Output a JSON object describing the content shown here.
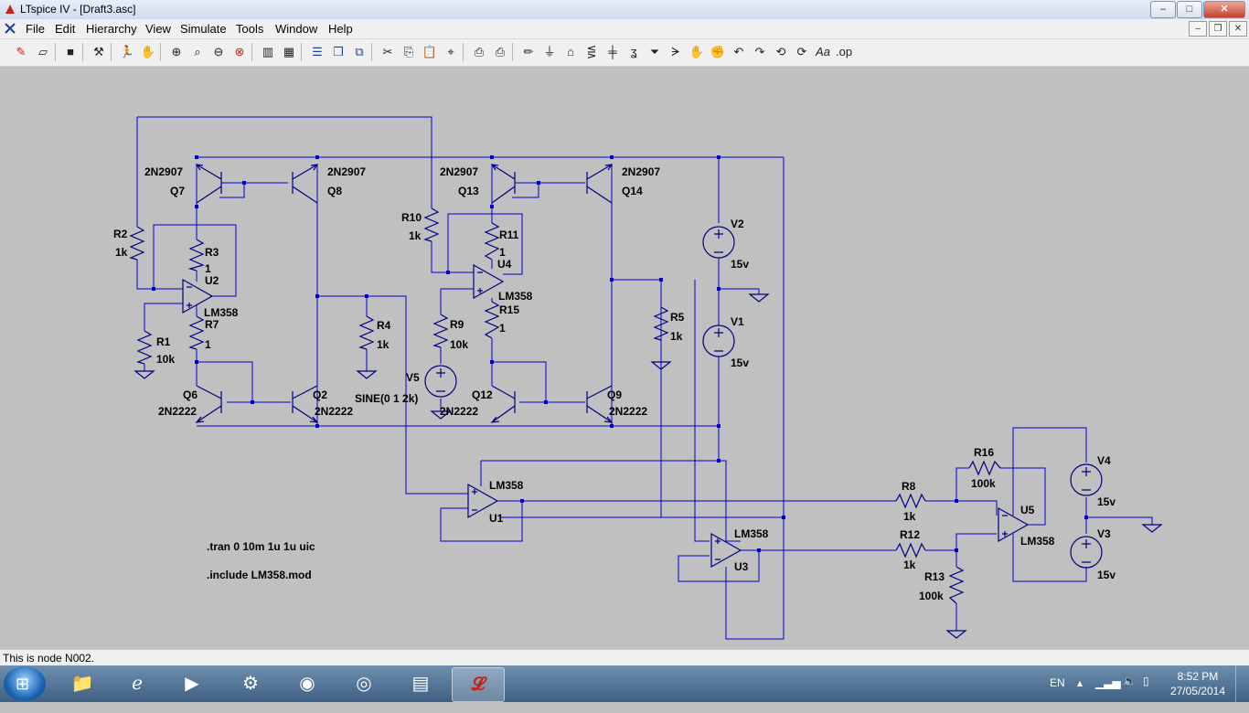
{
  "window": {
    "title": "LTspice IV - [Draft3.asc]",
    "min": "–",
    "max": "□",
    "close": "✕"
  },
  "menu": [
    {
      "label": "File"
    },
    {
      "label": "Edit"
    },
    {
      "label": "Hierarchy"
    },
    {
      "label": "View"
    },
    {
      "label": "Simulate"
    },
    {
      "label": "Tools"
    },
    {
      "label": "Window"
    },
    {
      "label": "Help"
    }
  ],
  "mdi": {
    "min": "–",
    "restore": "❐",
    "close": "✕"
  },
  "components": {
    "Q7": {
      "name": "Q7",
      "model": "2N2907"
    },
    "Q8": {
      "name": "Q8",
      "model": "2N2907"
    },
    "Q13": {
      "name": "Q13",
      "model": "2N2907"
    },
    "Q14": {
      "name": "Q14",
      "model": "2N2907"
    },
    "Q6": {
      "name": "Q6",
      "model": "2N2222"
    },
    "Q2": {
      "name": "Q2",
      "model": "2N2222"
    },
    "Q12": {
      "name": "Q12",
      "model": "2N2222"
    },
    "Q9": {
      "name": "Q9",
      "model": "2N2222"
    },
    "R1": {
      "name": "R1",
      "value": "10k"
    },
    "R2": {
      "name": "R2",
      "value": "1k"
    },
    "R3": {
      "name": "R3",
      "value": "1"
    },
    "R4": {
      "name": "R4",
      "value": "1k"
    },
    "R5": {
      "name": "R5",
      "value": "1k"
    },
    "R7": {
      "name": "R7",
      "value": "1"
    },
    "R8": {
      "name": "R8",
      "value": "1k"
    },
    "R9": {
      "name": "R9",
      "value": "10k"
    },
    "R10": {
      "name": "R10",
      "value": "1k"
    },
    "R11": {
      "name": "R11",
      "value": "1"
    },
    "R12": {
      "name": "R12",
      "value": "1k"
    },
    "R13": {
      "name": "R13",
      "value": "100k"
    },
    "R15": {
      "name": "R15",
      "value": "1"
    },
    "R16": {
      "name": "R16",
      "value": "100k"
    },
    "U1": {
      "name": "U1",
      "model": "LM358"
    },
    "U2": {
      "name": "U2",
      "model": "LM358"
    },
    "U3": {
      "name": "U3",
      "model": "LM358"
    },
    "U4": {
      "name": "U4",
      "model": "LM358"
    },
    "U5": {
      "name": "U5",
      "model": "LM358"
    },
    "V1": {
      "name": "V1",
      "value": "15v"
    },
    "V2": {
      "name": "V2",
      "value": "15v"
    },
    "V3": {
      "name": "V3",
      "value": "15v"
    },
    "V4": {
      "name": "V4",
      "value": "15v"
    },
    "V5": {
      "name": "V5",
      "value": "SINE(0 1 2k)"
    }
  },
  "directives": {
    "tran": ".tran 0 10m 1u 1u uic",
    "include": ".include LM358.mod"
  },
  "status": "This is node N002.",
  "tray": {
    "lang": "EN",
    "time": "8:52 PM",
    "date": "27/05/2014"
  },
  "colors": {
    "wire": "#0000d0",
    "component": "#000080",
    "canvas": "#c0c0c0"
  }
}
